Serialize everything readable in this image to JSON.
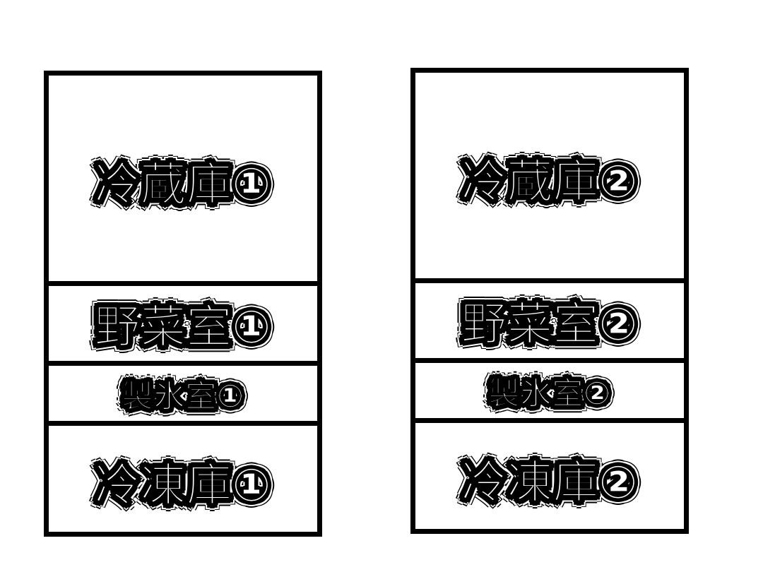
{
  "fridges": [
    {
      "compartments": {
        "refrigerator": "冷蔵庫①",
        "vegetable": "野菜室①",
        "ice": "製氷室①",
        "freezer": "冷凍庫①"
      }
    },
    {
      "compartments": {
        "refrigerator": "冷蔵庫②",
        "vegetable": "野菜室②",
        "ice": "製氷室②",
        "freezer": "冷凍庫②"
      }
    }
  ],
  "colors": {
    "outline": "#000000",
    "background": "#ffffff",
    "label_fill": "#ffffff"
  }
}
